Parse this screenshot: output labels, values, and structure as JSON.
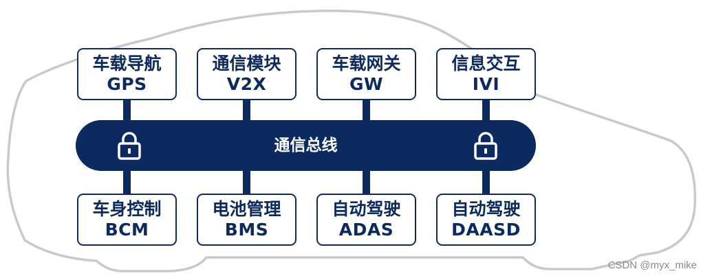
{
  "colors": {
    "navy": "#0b2a60",
    "car_outline": "#c9c9c9",
    "white": "#ffffff"
  },
  "top_modules": [
    {
      "zh": "车载导航",
      "en": "GPS"
    },
    {
      "zh": "通信模块",
      "en": "V2X"
    },
    {
      "zh": "车载网关",
      "en": "GW"
    },
    {
      "zh": "信息交互",
      "en": "IVI"
    }
  ],
  "bottom_modules": [
    {
      "zh": "车身控制",
      "en": "BCM"
    },
    {
      "zh": "电池管理",
      "en": "BMS"
    },
    {
      "zh": "自动驾驶",
      "en": "ADAS"
    },
    {
      "zh": "自动驾驶",
      "en": "DAASD"
    }
  ],
  "bus": {
    "label": "通信总线",
    "icon": "lock-icon"
  },
  "watermark": "CSDN @myx_mike"
}
